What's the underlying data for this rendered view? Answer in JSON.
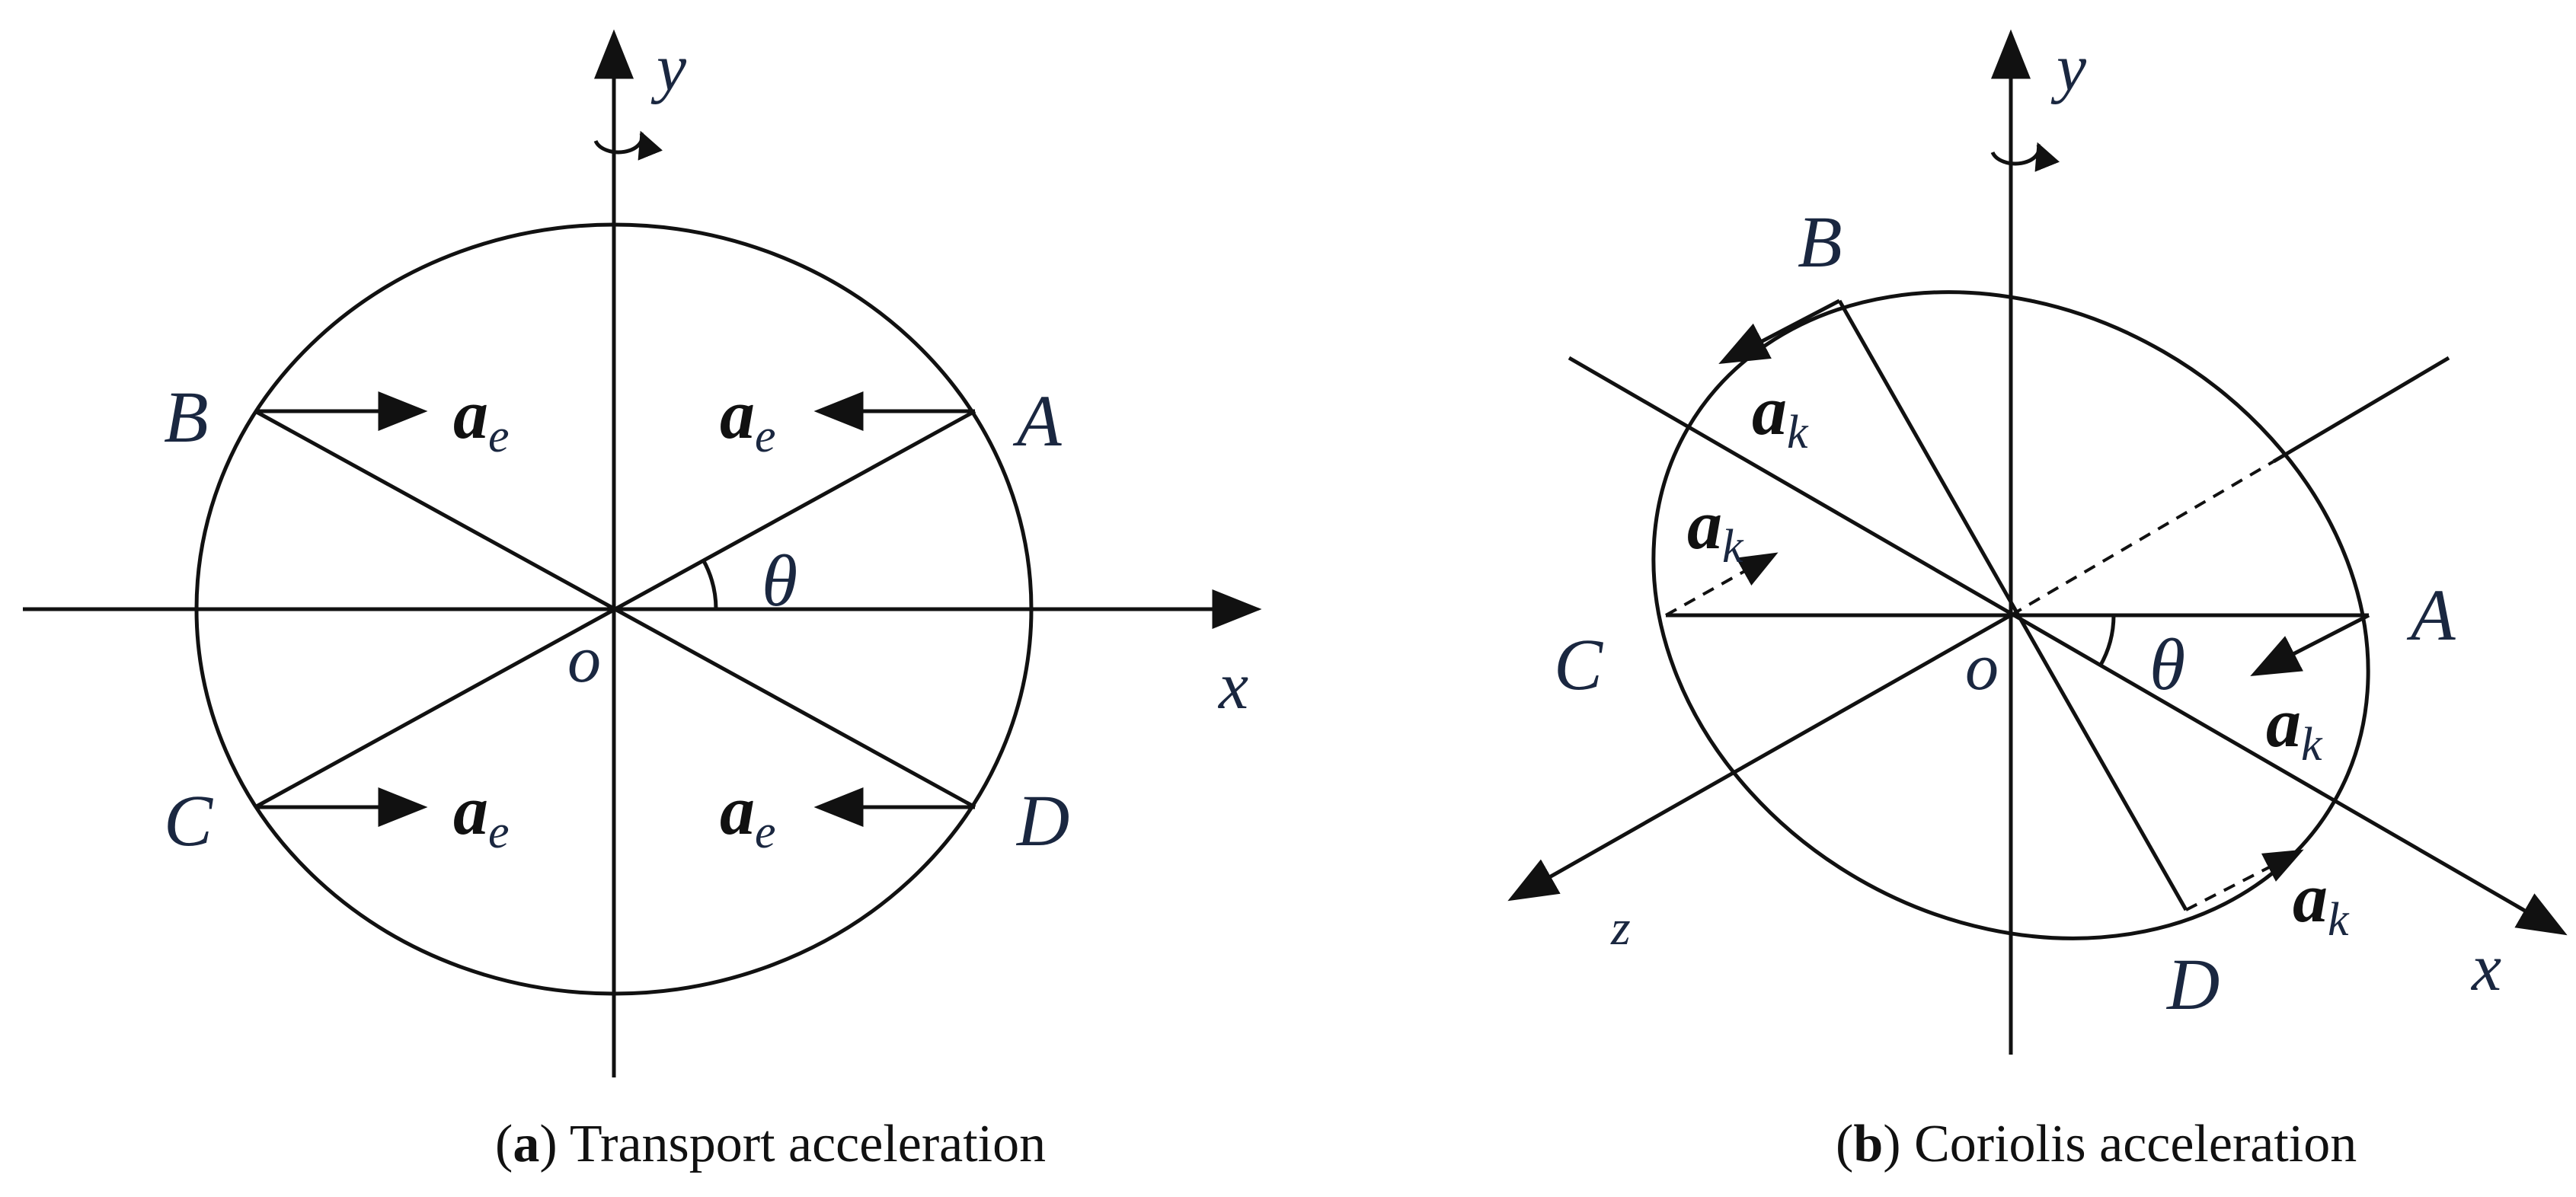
{
  "panel_a": {
    "axis_x": "x",
    "axis_y": "y",
    "origin": "o",
    "angle": "θ",
    "points": {
      "A": "A",
      "B": "B",
      "C": "C",
      "D": "D"
    },
    "vector_symbol": "a",
    "vector_subscript": "e",
    "caption_letter": "a",
    "caption_text": "Transport acceleration"
  },
  "panel_b": {
    "axis_x": "x",
    "axis_y": "y",
    "axis_z": "z",
    "origin": "o",
    "angle": "θ",
    "points": {
      "A": "A",
      "B": "B",
      "C": "C",
      "D": "D"
    },
    "vector_symbol": "a",
    "vector_subscript": "k",
    "caption_letter": "b",
    "caption_text": "Coriolis acceleration"
  }
}
